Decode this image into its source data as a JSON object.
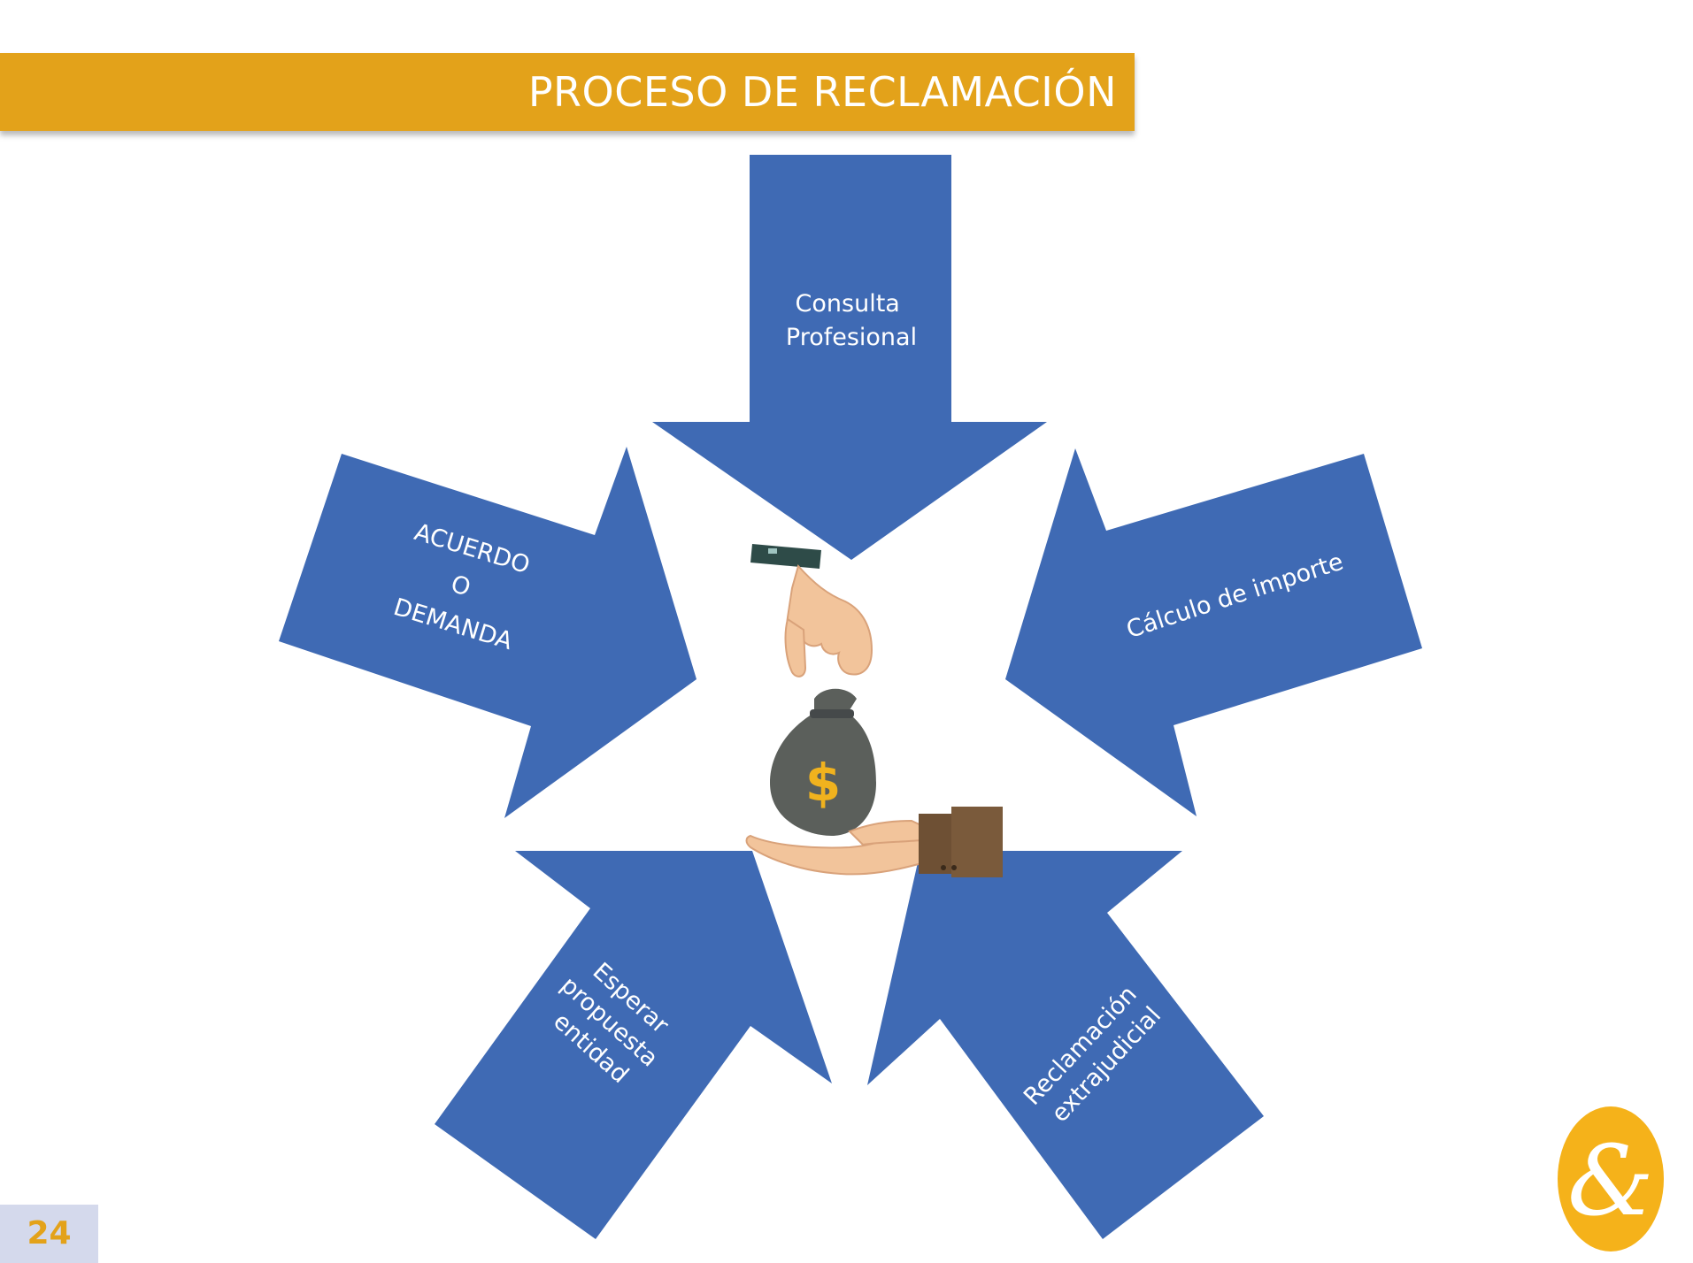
{
  "slide": {
    "title": "PROCESO DE RECLAMACIÓN",
    "page_number": "24"
  },
  "diagram": {
    "steps": [
      {
        "lines": [
          "Consulta",
          "Profesional"
        ]
      },
      {
        "lines": [
          "Cálculo de importe"
        ]
      },
      {
        "lines": [
          "Reclamación",
          "extrajudicial"
        ]
      },
      {
        "lines": [
          "Esperar",
          "propuesta",
          "entidad"
        ]
      },
      {
        "lines": [
          "ACUERDO",
          "O",
          "DEMANDA"
        ]
      }
    ],
    "center_icon": "money-bag-exchange-icon",
    "currency_symbol": "$"
  },
  "logo": {
    "icon": "ampersand-logo-icon",
    "glyph": "&"
  },
  "colors": {
    "title_bar": "#E3A21A",
    "arrow_fill": "#3F6AB4",
    "page_box": "#D4D9EC",
    "accent_gold": "#E3A21A"
  }
}
